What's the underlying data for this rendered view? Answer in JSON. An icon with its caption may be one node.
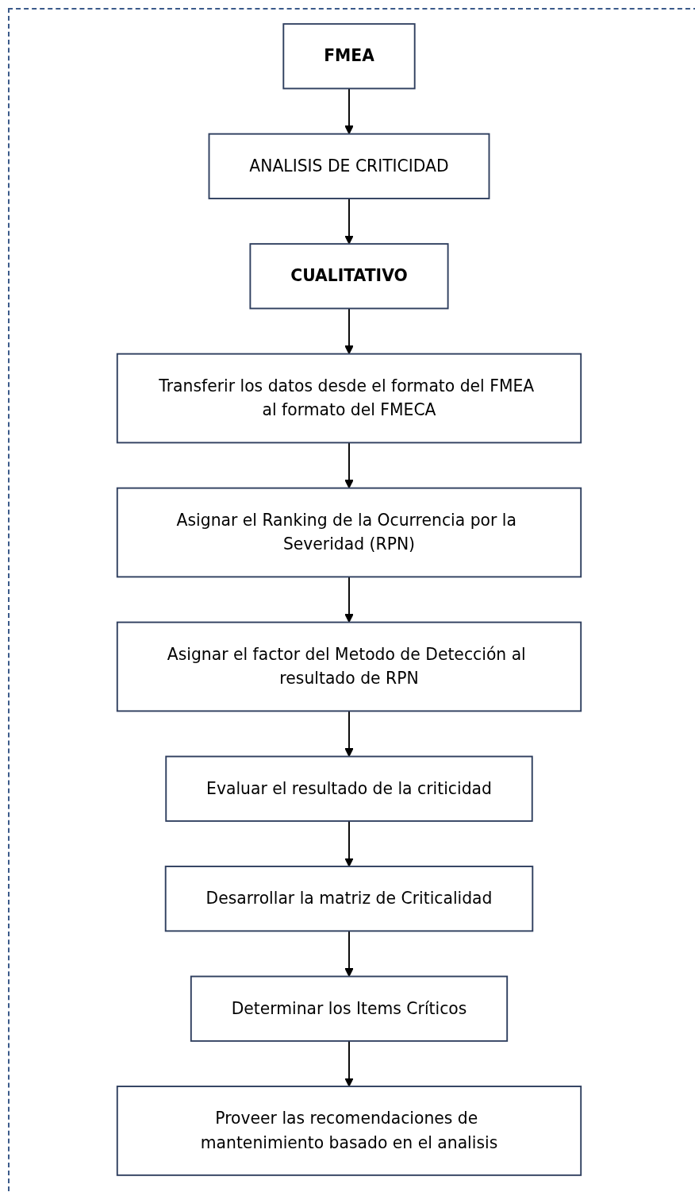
{
  "diagram": {
    "nodes": [
      {
        "text": [
          "FMEA"
        ]
      },
      {
        "text": [
          "ANALISIS DE CRITICIDAD"
        ]
      },
      {
        "text": [
          "CUALITATIVO"
        ]
      },
      {
        "text": [
          "Transferir los datos desde el formato del FMEA al formato del FMECA"
        ]
      },
      {
        "text": [
          "Asignar el Ranking de la Ocurrencia por la Severidad (RPN)"
        ]
      },
      {
        "text": [
          "Asignar el factor del Metodo de Detección al resultado de RPN"
        ]
      },
      {
        "text": [
          "Evaluar el resultado de la criticidad"
        ]
      },
      {
        "text": [
          "Desarrollar la matriz de Criticalidad"
        ]
      },
      {
        "text": [
          "Determinar los Items Críticos"
        ]
      },
      {
        "text": [
          "Proveer las recomendaciones de mantenimiento basado en el analisis"
        ]
      }
    ],
    "edges": [
      {
        "from": 0,
        "to": 1,
        "arrow": "to"
      },
      {
        "from": 1,
        "to": 2,
        "arrow": "to"
      },
      {
        "from": 2,
        "to": 3,
        "arrow": "to"
      },
      {
        "from": 3,
        "to": 4,
        "arrow": "to"
      },
      {
        "from": 4,
        "to": 5,
        "arrow": "to"
      },
      {
        "from": 5,
        "to": 6,
        "arrow": "to"
      },
      {
        "from": 6,
        "to": 7,
        "arrow": "to"
      },
      {
        "from": 7,
        "to": 8,
        "arrow": "to"
      },
      {
        "from": 8,
        "to": 9,
        "arrow": "to"
      }
    ]
  }
}
